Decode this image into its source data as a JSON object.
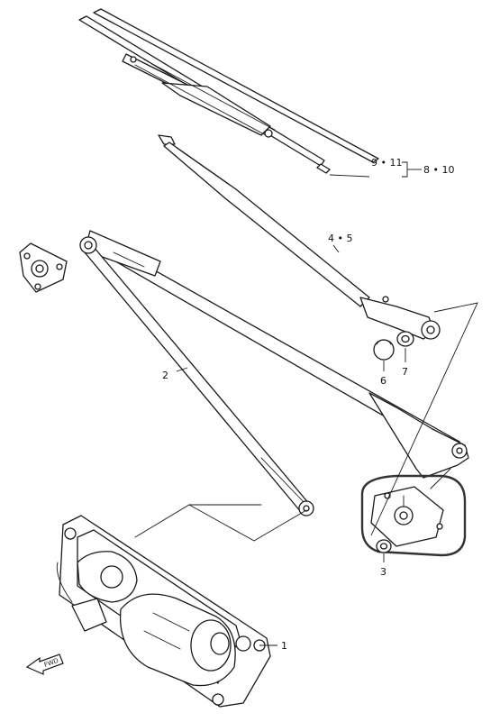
{
  "callouts": {
    "blade": "9 • 11",
    "blade_group": "8 • 10",
    "arm": "4 • 5",
    "linkage": "2",
    "cap": "6",
    "nut_small": "7",
    "pivot_nut": "3",
    "motor": "1"
  },
  "badge": {
    "label": "FWD"
  },
  "colors": {
    "line": "#1a1a1a",
    "paper": "#ffffff",
    "highlight": "#333333"
  },
  "icons": {
    "direction_arrow": "fwd-arrow-icon"
  }
}
